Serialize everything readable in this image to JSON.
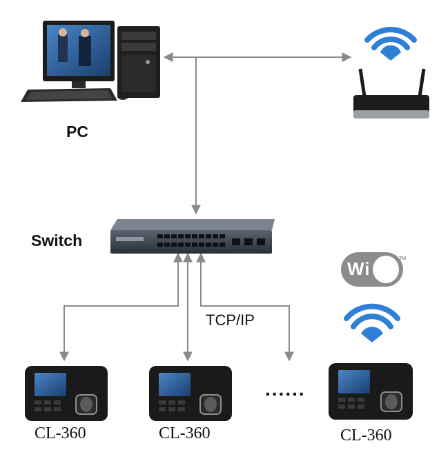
{
  "labels": {
    "pc": "PC",
    "switch": "Switch",
    "protocol": "TCP/IP",
    "ellipsis": "......",
    "wifi_logo": "Wi Fi",
    "trademark": "TM"
  },
  "devices": [
    {
      "label": "CL-360"
    },
    {
      "label": "CL-360"
    },
    {
      "label": "CL-360"
    }
  ],
  "colors": {
    "line": "#8a8a8a",
    "wifi_blue": "#2f7fd6",
    "device_body": "#1a1a1a",
    "badge_gray": "#8c8c8c"
  }
}
